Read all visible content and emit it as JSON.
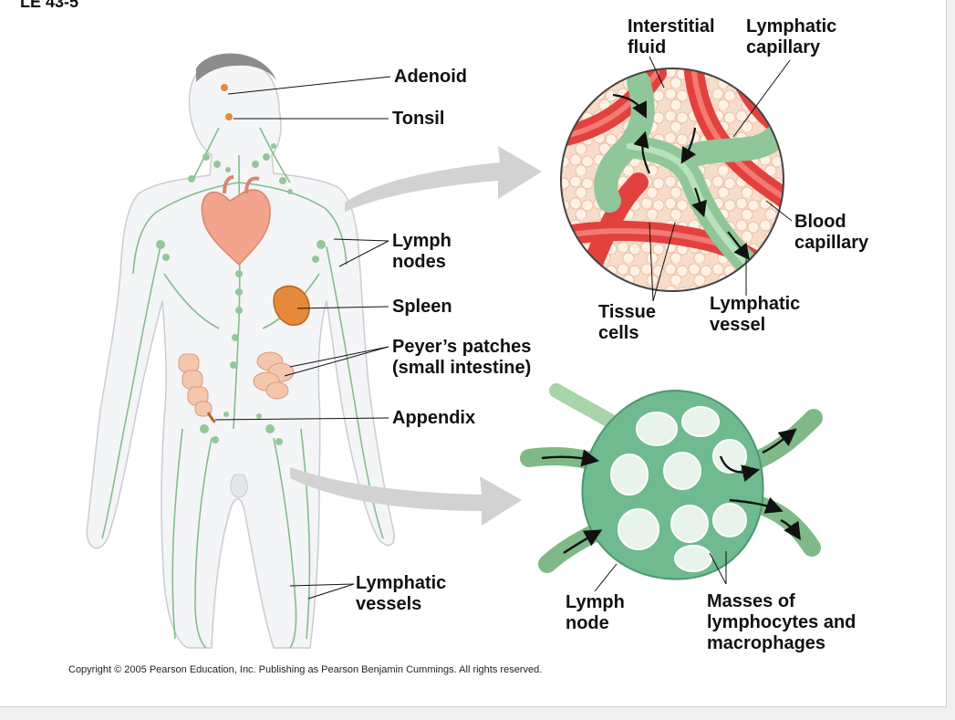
{
  "figure_id": "LE 43-5",
  "labels": {
    "adenoid": "Adenoid",
    "tonsil": "Tonsil",
    "lymph_nodes": [
      "Lymph",
      "nodes"
    ],
    "spleen": "Spleen",
    "peyers_patches": [
      "Peyer’s patches",
      "(small intestine)"
    ],
    "appendix": "Appendix",
    "lymphatic_vessels": [
      "Lymphatic",
      "vessels"
    ],
    "interstitial_fluid": [
      "Interstitial",
      "fluid"
    ],
    "lymphatic_capillary": [
      "Lymphatic",
      "capillary"
    ],
    "blood_capillary": [
      "Blood",
      "capillary"
    ],
    "tissue_cells": [
      "Tissue",
      "cells"
    ],
    "lymphatic_vessel": [
      "Lymphatic",
      "vessel"
    ],
    "lymph_node": [
      "Lymph",
      "node"
    ],
    "masses": [
      "Masses of",
      "lymphocytes and",
      "macrophages"
    ]
  },
  "copyright": "Copyright © 2005 Pearson Education, Inc. Publishing as Pearson Benjamin Cummings. All rights reserved.",
  "colors": {
    "lymph_green": "#7fb987",
    "lymph_light": "#a7d4a9",
    "blood_red": "#e2413d",
    "tissue_peach": "#f7d7c2",
    "node_green": "#6fba8e",
    "arrow_gray": "#d2d2d2",
    "organ_orange": "#e6893a",
    "heart_pink": "#f2a48c"
  }
}
